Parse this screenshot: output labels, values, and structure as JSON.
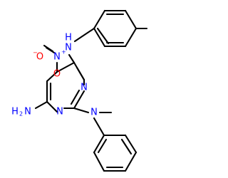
{
  "structure": {
    "atoms": {
      "n_aniline": "N",
      "h_aniline": "H",
      "n_nitro": "N",
      "n_nitro_charge": "+",
      "o_nitro_left": "O",
      "o_nitro_left_charge": "−",
      "o_nitro_down": "O",
      "n_ring_upper": "N",
      "n_ring_lower": "N",
      "n_amino": "N",
      "h2_amino": "H",
      "h2_amino_count": "2",
      "n_dimethyl": "N"
    },
    "colors": {
      "carbon_bond": "#000000",
      "nitrogen": "#0000ff",
      "oxygen": "#ff0000"
    }
  }
}
